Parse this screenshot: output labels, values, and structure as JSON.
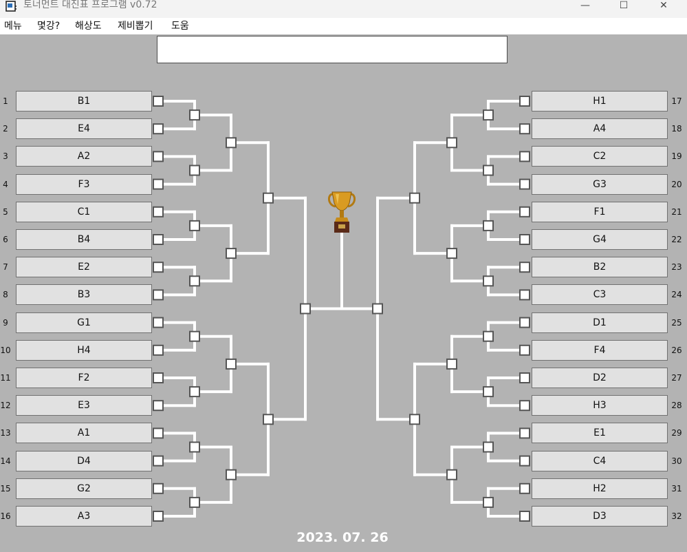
{
  "window": {
    "title": "토너먼트 대진표 프로그램 v0.72",
    "app_icon": "bracket-app-icon",
    "controls": {
      "minimize": "—",
      "maximize": "☐",
      "close": "✕"
    }
  },
  "menu": [
    "메뉴",
    "몇강?",
    "해상도",
    "제비뽑기",
    "도움"
  ],
  "info_box": {
    "text": ""
  },
  "left_entries": [
    {
      "seed": "1",
      "team": "B1"
    },
    {
      "seed": "2",
      "team": "E4"
    },
    {
      "seed": "3",
      "team": "A2"
    },
    {
      "seed": "4",
      "team": "F3"
    },
    {
      "seed": "5",
      "team": "C1"
    },
    {
      "seed": "6",
      "team": "B4"
    },
    {
      "seed": "7",
      "team": "E2"
    },
    {
      "seed": "8",
      "team": "B3"
    },
    {
      "seed": "9",
      "team": "G1"
    },
    {
      "seed": "10",
      "team": "H4"
    },
    {
      "seed": "11",
      "team": "F2"
    },
    {
      "seed": "12",
      "team": "E3"
    },
    {
      "seed": "13",
      "team": "A1"
    },
    {
      "seed": "14",
      "team": "D4"
    },
    {
      "seed": "15",
      "team": "G2"
    },
    {
      "seed": "16",
      "team": "A3"
    }
  ],
  "right_entries": [
    {
      "seed": "17",
      "team": "H1"
    },
    {
      "seed": "18",
      "team": "A4"
    },
    {
      "seed": "19",
      "team": "C2"
    },
    {
      "seed": "20",
      "team": "G3"
    },
    {
      "seed": "21",
      "team": "F1"
    },
    {
      "seed": "22",
      "team": "G4"
    },
    {
      "seed": "23",
      "team": "B2"
    },
    {
      "seed": "24",
      "team": "C3"
    },
    {
      "seed": "25",
      "team": "D1"
    },
    {
      "seed": "26",
      "team": "F4"
    },
    {
      "seed": "27",
      "team": "D2"
    },
    {
      "seed": "28",
      "team": "H3"
    },
    {
      "seed": "29",
      "team": "E1"
    },
    {
      "seed": "30",
      "team": "C4"
    },
    {
      "seed": "31",
      "team": "H2"
    },
    {
      "seed": "32",
      "team": "D3"
    }
  ],
  "trophy_icon": "trophy-icon",
  "date": "2023. 07. 26",
  "colors": {
    "background": "#b3b3b3",
    "bracket_line": "#ffffff",
    "node_border": "#555555",
    "slot_fill": "#e1e1e1"
  }
}
